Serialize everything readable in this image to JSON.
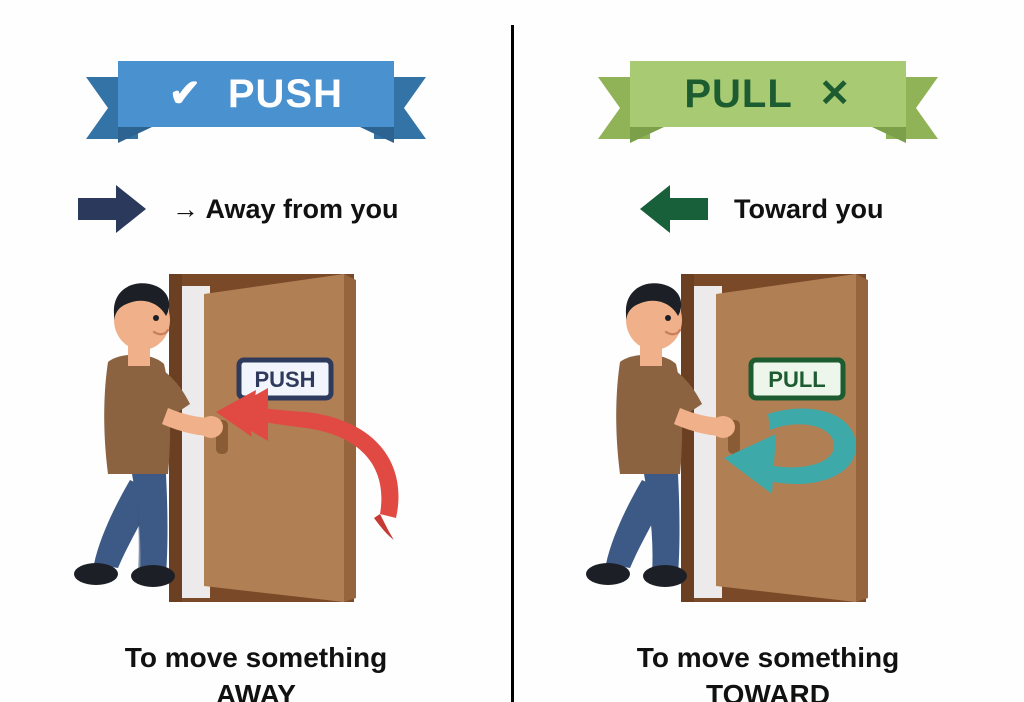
{
  "colors": {
    "background": "#fefefe",
    "divider": "#000000",
    "push_ribbon_body": "#4a91cf",
    "push_ribbon_tail": "#3473a6",
    "push_ribbon_fold": "#2d6390",
    "pull_ribbon_body": "#a8ca72",
    "pull_ribbon_tail": "#8fb356",
    "pull_ribbon_fold": "#7ba049",
    "push_ribbon_text": "#ffffff",
    "pull_ribbon_text": "#1d5c30",
    "push_arrow": "#2b3a5c",
    "pull_arrow": "#17603a",
    "text": "#111111",
    "door_frame": "#7a4a28",
    "door_slab": "#b07f54",
    "door_edge": "#96653d",
    "door_gap": "#eceaea",
    "handle": "#8a5c35",
    "shirt": "#8b6340",
    "jeans": "#3d5a87",
    "skin": "#f0b08a",
    "hair": "#1c2026",
    "shoe": "#1c2026",
    "push_curve_arrow": "#e04a42",
    "pull_curve_arrow": "#3da9a9",
    "push_sign_border": "#2f3b5c",
    "push_sign_fill": "#f2f5fb",
    "push_sign_text": "#2f3b5c",
    "pull_sign_border": "#1d5c30",
    "pull_sign_fill": "#edf6ea",
    "pull_sign_text": "#1d5c30"
  },
  "left": {
    "ribbon": {
      "mark": "✔",
      "mark_name": "check-mark-icon",
      "label": "PUSH"
    },
    "direction": {
      "arrow_name": "block-arrow-right-icon",
      "text": "→ Away from you"
    },
    "illustration": {
      "name": "person-pushing-door-illustration",
      "door_sign_text": "PUSH",
      "curve_arrow_name": "curved-arrow-away-icon"
    },
    "caption": {
      "line1": "To move something",
      "line2": "AWAY"
    }
  },
  "right": {
    "ribbon": {
      "mark": "✕",
      "mark_name": "cross-mark-icon",
      "label": "PULL"
    },
    "direction": {
      "arrow_name": "block-arrow-left-icon",
      "text": "Toward you"
    },
    "illustration": {
      "name": "person-pulling-door-illustration",
      "door_sign_text": "PULL",
      "curve_arrow_name": "curved-arrow-toward-icon"
    },
    "caption": {
      "line1": "To move something",
      "line2": "TOWARD"
    }
  }
}
